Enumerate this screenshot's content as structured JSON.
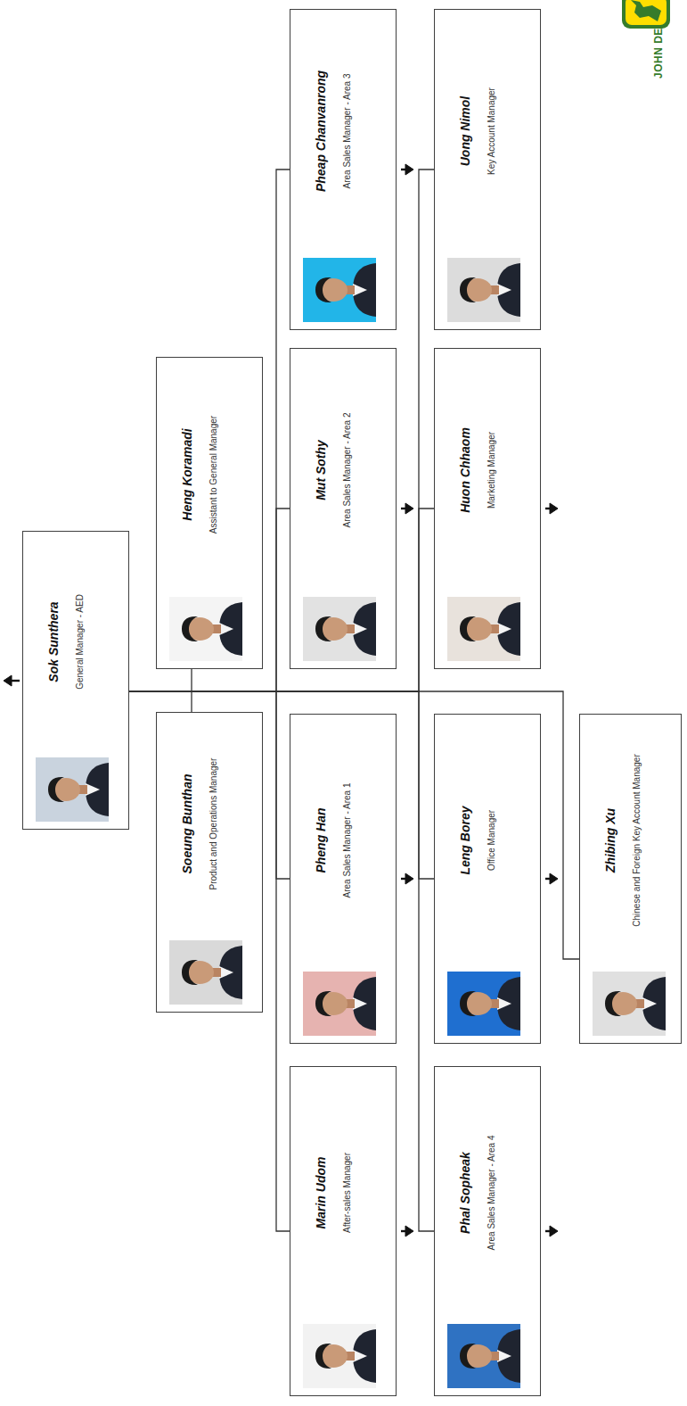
{
  "diagram": {
    "nodes": [
      {
        "text": [
          "Sok Sunthera",
          "General Manager - AED"
        ]
      },
      {
        "text": [
          "Soeung Bunthan",
          "Product and Operations Manager"
        ]
      },
      {
        "text": [
          "Heng Koramadi",
          "Assistant to General Manager"
        ]
      },
      {
        "text": [
          "Marin Udom",
          "After-sales Manager"
        ]
      },
      {
        "text": [
          "Pheng Han",
          "Area Sales Manager - Area 1"
        ]
      },
      {
        "text": [
          "Mut Sothy",
          "Area Sales Manager - Area 2"
        ]
      },
      {
        "text": [
          "Pheap Chanvanrong",
          "Area Sales Manager - Area 3"
        ]
      },
      {
        "text": [
          "Phal Sopheak",
          "Area Sales Manager - Area 4"
        ]
      },
      {
        "text": [
          "Leng Borey",
          "Office Manager"
        ]
      },
      {
        "text": [
          "Huon Chhaom",
          "Marketing Manager"
        ]
      },
      {
        "text": [
          "Uong Nimol",
          "Key Account Manager"
        ]
      },
      {
        "text": [
          "Zhibing Xu",
          "Chinese and Foreign Key Account Manager"
        ]
      }
    ],
    "edges": [
      {
        "from": 0,
        "to": 1,
        "arrow": "none"
      },
      {
        "from": 0,
        "to": 2,
        "arrow": "none"
      },
      {
        "from": 0,
        "to": 3,
        "arrow": "none"
      },
      {
        "from": 0,
        "to": 4,
        "arrow": "none"
      },
      {
        "from": 0,
        "to": 5,
        "arrow": "none"
      },
      {
        "from": 0,
        "to": 6,
        "arrow": "none"
      },
      {
        "from": 0,
        "to": 7,
        "arrow": "none"
      },
      {
        "from": 0,
        "to": 8,
        "arrow": "none"
      },
      {
        "from": 0,
        "to": 9,
        "arrow": "none"
      },
      {
        "from": 0,
        "to": 10,
        "arrow": "none"
      },
      {
        "from": 0,
        "to": 11,
        "arrow": "none"
      }
    ],
    "labels": [
      "JOHN DE"
    ]
  }
}
